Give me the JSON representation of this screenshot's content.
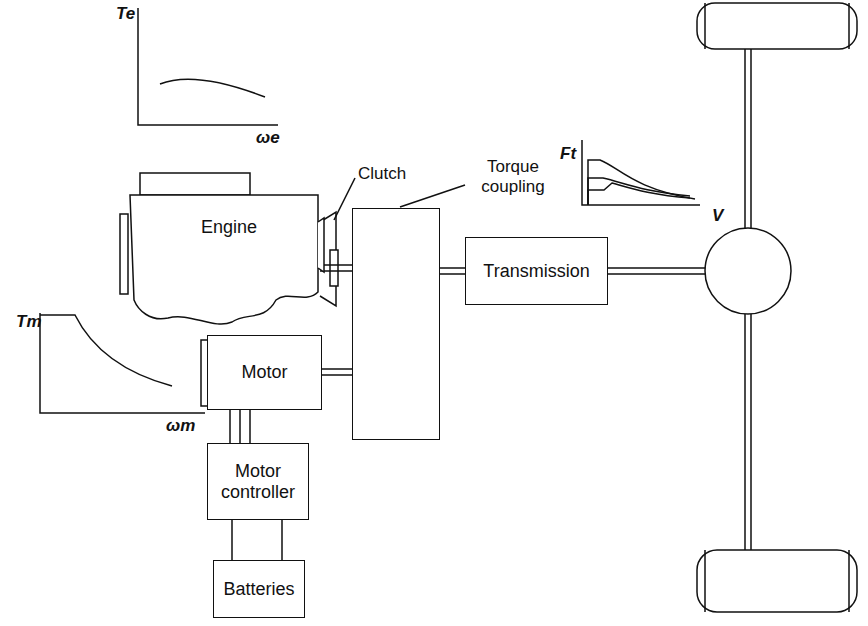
{
  "diagram": {
    "nodes": [
      {
        "text": [
          "Engine"
        ]
      },
      {
        "text": [
          "Torque coupling"
        ]
      },
      {
        "text": [
          "Transmission"
        ]
      },
      {
        "text": [
          "Motor"
        ]
      },
      {
        "text": [
          "Motor controller"
        ]
      },
      {
        "text": [
          "Batteries"
        ]
      }
    ],
    "edges": [
      {
        "from": 0,
        "to": 1,
        "arrow": "none"
      },
      {
        "from": 1,
        "to": 2,
        "arrow": "none"
      },
      {
        "from": 3,
        "to": 1,
        "arrow": "none"
      },
      {
        "from": 3,
        "to": 4,
        "arrow": "none"
      },
      {
        "from": 4,
        "to": 5,
        "arrow": "none"
      }
    ],
    "labels": [
      "Te",
      "ωe",
      "Clutch",
      "Ft",
      "V",
      "Tm",
      "ωm"
    ]
  }
}
